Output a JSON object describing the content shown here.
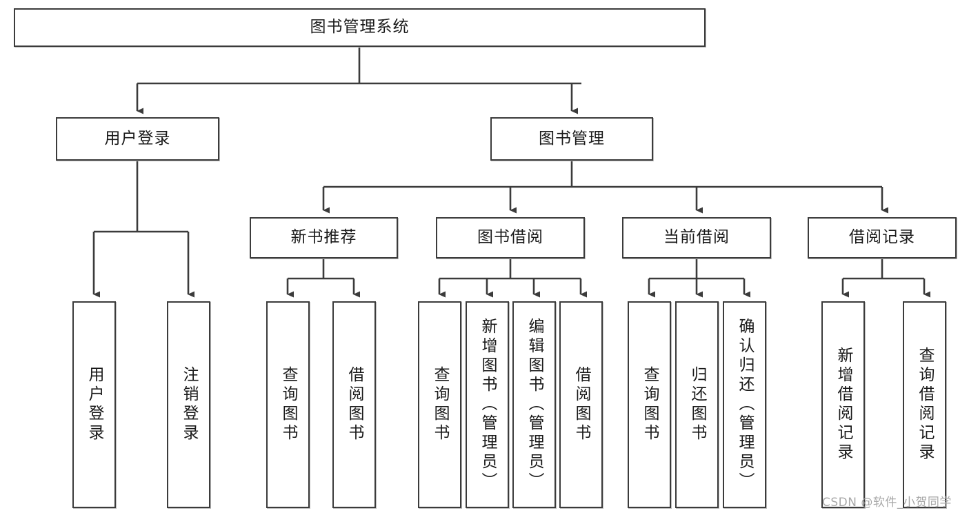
{
  "diagram": {
    "title": "图书管理系统",
    "type": "tree-hierarchy",
    "colors": {
      "node_border": "#3b3b3b",
      "node_fill": "#ffffff",
      "edge": "#3b3b3b",
      "text": "#1a1a1a",
      "watermark": "#a8a8a8",
      "background": "#ffffff"
    },
    "root": {
      "label": "图书管理系统"
    },
    "level2": [
      {
        "label": "用户登录"
      },
      {
        "label": "图书管理"
      }
    ],
    "level3": [
      {
        "label": "新书推荐"
      },
      {
        "label": "图书借阅"
      },
      {
        "label": "当前借阅"
      },
      {
        "label": "借阅记录"
      }
    ],
    "leaves": {
      "user_login": [
        {
          "label": "用户登录"
        },
        {
          "label": "注销登录"
        }
      ],
      "new_book_recommend": [
        {
          "label": "查询图书"
        },
        {
          "label": "借阅图书"
        }
      ],
      "book_borrow": [
        {
          "label": "查询图书"
        },
        {
          "label": "新增图书（管理员）"
        },
        {
          "label": "编辑图书（管理员）"
        },
        {
          "label": "借阅图书"
        }
      ],
      "current_borrow": [
        {
          "label": "查询图书"
        },
        {
          "label": "归还图书"
        },
        {
          "label": "确认归还（管理员）"
        }
      ],
      "borrow_record": [
        {
          "label": "新增借阅记录"
        },
        {
          "label": "查询借阅记录"
        }
      ]
    }
  },
  "watermark": {
    "text": "CSDN @软件_小贺同学"
  }
}
